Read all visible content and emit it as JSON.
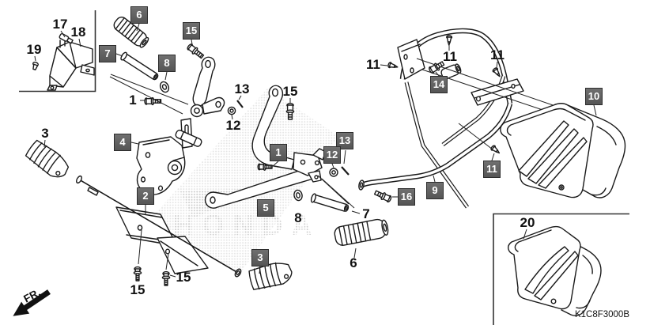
{
  "diagram_code": "K1C8F3000B",
  "front_label": "FR.",
  "watermark": "HONDA",
  "colors": {
    "callout_box_bg": "#616161",
    "callout_box_text": "#ffffff",
    "line_art": "#1a1a1a",
    "watermark_gray": "#c9c9c9"
  },
  "boxed_callouts": [
    {
      "n": "6"
    },
    {
      "n": "15"
    },
    {
      "n": "7"
    },
    {
      "n": "8"
    },
    {
      "n": "14"
    },
    {
      "n": "10"
    },
    {
      "n": "4"
    },
    {
      "n": "1"
    },
    {
      "n": "13"
    },
    {
      "n": "12"
    },
    {
      "n": "2"
    },
    {
      "n": "5"
    },
    {
      "n": "16"
    },
    {
      "n": "9"
    },
    {
      "n": "11"
    },
    {
      "n": "3"
    }
  ],
  "plain_callouts": [
    {
      "n": "17"
    },
    {
      "n": "18"
    },
    {
      "n": "19"
    },
    {
      "n": "11"
    },
    {
      "n": "11"
    },
    {
      "n": "11"
    },
    {
      "n": "13"
    },
    {
      "n": "15"
    },
    {
      "n": "1"
    },
    {
      "n": "12"
    },
    {
      "n": "3"
    },
    {
      "n": "8"
    },
    {
      "n": "7"
    },
    {
      "n": "6"
    },
    {
      "n": "20"
    },
    {
      "n": "15"
    },
    {
      "n": "15"
    }
  ]
}
